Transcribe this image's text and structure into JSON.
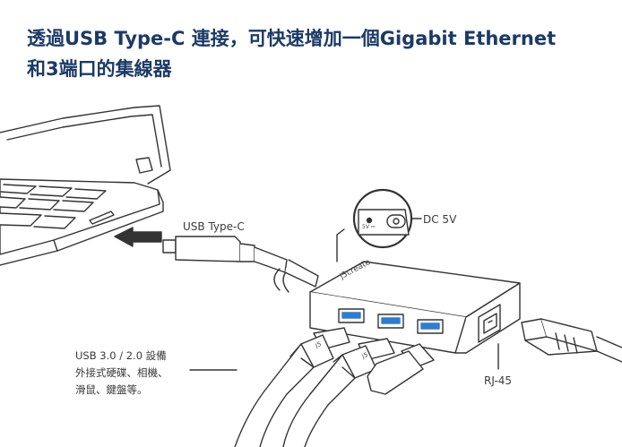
{
  "title": {
    "line1": "透過USB Type-C 連接，可快速增加一個Gigabit Ethernet",
    "line2": "和3端口的集線器"
  },
  "labels": {
    "usb_type_c": "USB Type-C",
    "dc_5v": "DC 5V",
    "rj45": "RJ-45",
    "devices": [
      "USB 3.0 / 2.0 設備",
      "外接式硬碟、相機、",
      "滑鼠、鍵盤等。"
    ]
  },
  "device_branding": {
    "hub_logo": "j5create",
    "plug_mark": "j5",
    "port_marking": "5V ⎓"
  },
  "colors": {
    "title": "#1b3a66",
    "usb3_port": "#2f7dd1",
    "line": "#333333"
  }
}
